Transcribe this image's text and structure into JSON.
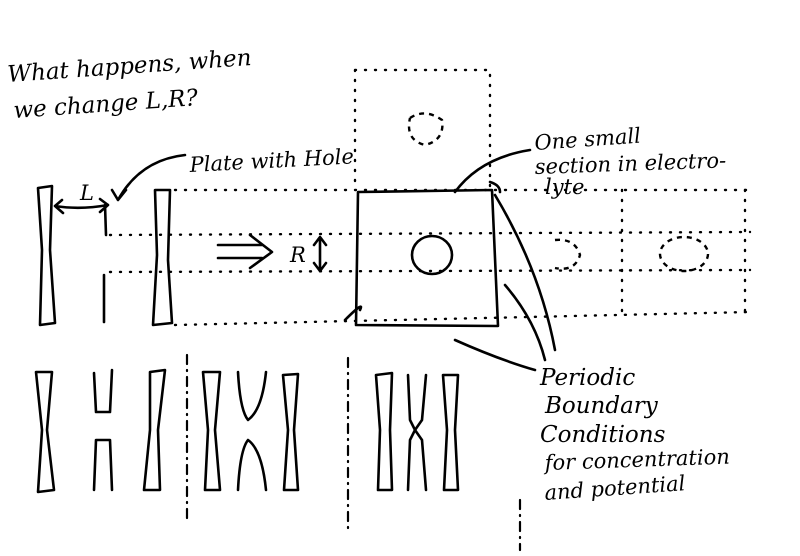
{
  "question": {
    "line1": "What happens, when",
    "line2": "we change L,R?"
  },
  "labels": {
    "plate_with_hole": "Plate with Hole",
    "L": "L",
    "R": "R",
    "small_section": {
      "line1": "One small",
      "line2": "section in electro-",
      "line3": "lyte"
    },
    "periodic": {
      "line1": "Periodic",
      "line2": "Boundary",
      "line3": "Conditions",
      "line4": "for concentration",
      "line5": "and potential"
    }
  }
}
